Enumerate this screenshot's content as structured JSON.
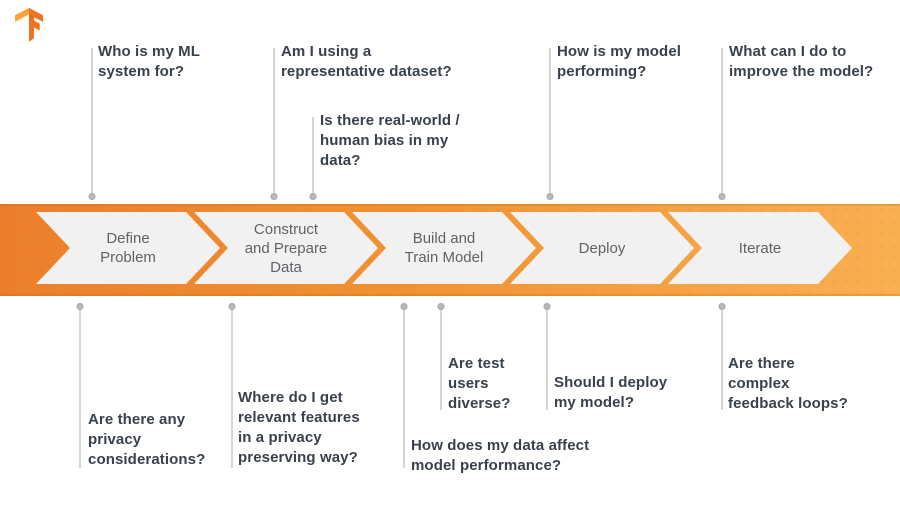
{
  "brand": {
    "logo_icon": "tensorflow-logo"
  },
  "colors": {
    "band_gradient_start": "#EC7E2B",
    "band_gradient_end": "#F9B052",
    "chevron_fill": "#F1F1F1",
    "stage_text": "#5F6368",
    "question_text": "#39424C",
    "connector_line": "#D6D6D6",
    "connector_dot": "#B5B5B5",
    "logo_light": "#FAA53C",
    "logo_dark": "#EF7421"
  },
  "stages": [
    {
      "label": "Define\nProblem"
    },
    {
      "label": "Construct\nand Prepare\nData"
    },
    {
      "label": "Build and\nTrain Model"
    },
    {
      "label": "Deploy"
    },
    {
      "label": "Iterate"
    }
  ],
  "questions_top": [
    {
      "text": "Who is my ML\nsystem for?"
    },
    {
      "text": "Am I using a\nrepresentative dataset?"
    },
    {
      "text": "Is there real-world /\nhuman bias in my\ndata?"
    },
    {
      "text": "How is my model\nperforming?"
    },
    {
      "text": "What can I do to\nimprove the model?"
    }
  ],
  "questions_bottom": [
    {
      "text": "Are there any\nprivacy\nconsiderations?"
    },
    {
      "text": "Where do I get\nrelevant features\nin a privacy\npreserving way?"
    },
    {
      "text": "How does my data affect\nmodel performance?"
    },
    {
      "text": "Are test\nusers\ndiverse?"
    },
    {
      "text": "Should I deploy\nmy model?"
    },
    {
      "text": "Are there\ncomplex\nfeedback loops?"
    }
  ]
}
